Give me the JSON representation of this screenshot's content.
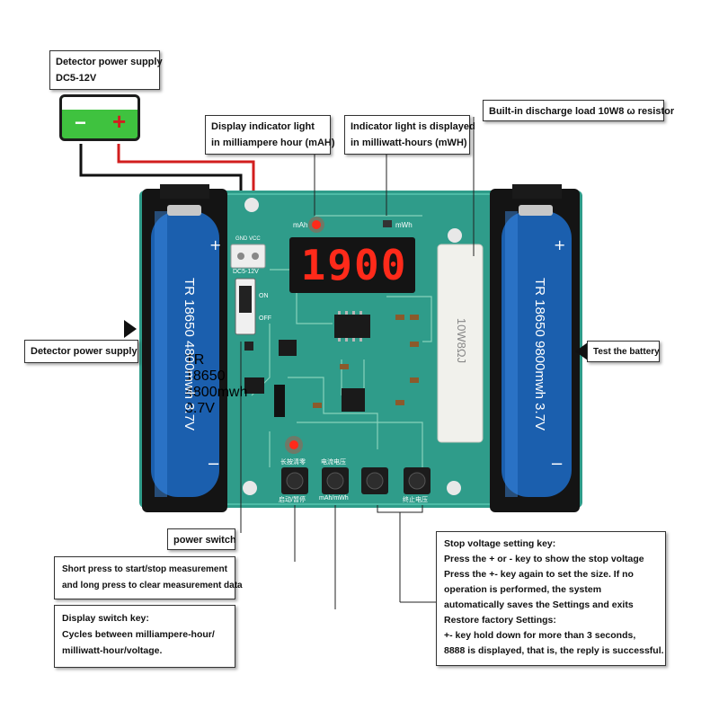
{
  "callouts": {
    "detector_supply_top": [
      "Detector power supply",
      "DC5-12V"
    ],
    "mah_light": [
      "Display indicator light",
      "in milliampere hour (mAH)"
    ],
    "mwh_light": [
      "Indicator light is displayed",
      "in milliwatt-hours (mWH)"
    ],
    "resistor": "Built-in discharge load 10W8 ω resistor",
    "detector_supply_left": "Detector power supply",
    "test_battery": "Test the battery",
    "power_switch": "power switch",
    "short_press": [
      "Short press to start/stop measurement",
      "and long press to clear measurement data"
    ],
    "display_switch": [
      "Display switch key:",
      "Cycles between milliampere-hour/",
      "milliwatt-hour/voltage."
    ],
    "stop_voltage": [
      "Stop voltage setting key:",
      "Press the + or - key to show the stop voltage",
      "Press the +- key again to set the size. If no",
      "operation is performed, the system",
      "automatically saves the Settings and exits",
      "Restore factory Settings:",
      "+- key hold down for more than 3 seconds,",
      "8888 is displayed, that is, the reply is successful."
    ]
  },
  "display": {
    "reading": "1900"
  },
  "board": {
    "left_battery_text": "TR 18650 4800mwh 3.7V",
    "right_battery_text": "TR 18650 9800mwh 3.7V",
    "resistor_label": "10W8ΩJ",
    "dc_label": "DC5-12V",
    "gnd_vcc": "GND VCC",
    "on": "ON",
    "off": "OFF",
    "mah": "mAh",
    "mwh": "mWh",
    "btn_labels": [
      "启动/暂停",
      "mAh/mWh",
      "",
      "终止电压"
    ],
    "btn_top_labels": [
      "长按清零",
      "电流电压"
    ]
  },
  "supply": {
    "minus": "−",
    "plus": "+"
  },
  "colors": {
    "board": "#2f9c8a",
    "battery": "#1b5fae",
    "display_digit": "#ff2a1a",
    "supply_green": "#3fc23f"
  }
}
